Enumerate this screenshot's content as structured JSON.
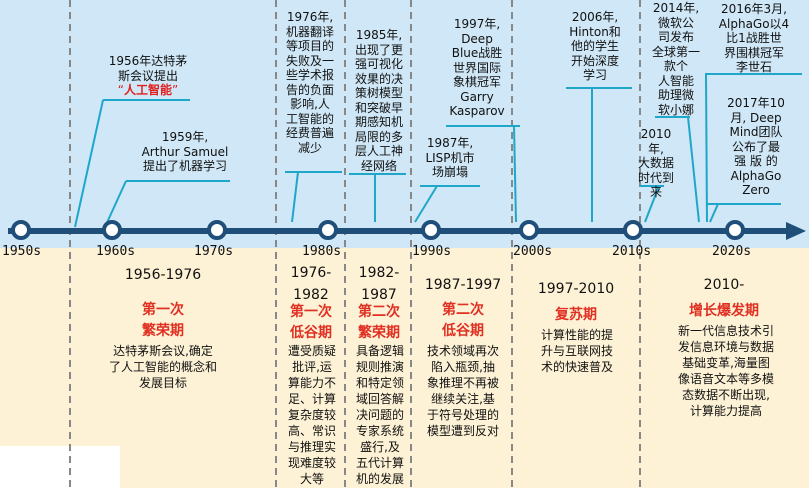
{
  "colors": {
    "top_band": "#cfe7f6",
    "bottom_band": "#fdf2d6",
    "axis": "#1f4e79",
    "connector": "#1ea7c9",
    "divider": "#888888",
    "highlight_red": "#e03022"
  },
  "axis_labels": [
    "1950s",
    "1960s",
    "1970s",
    "1980s",
    "1990s",
    "2000s",
    "2010s",
    "2020s"
  ],
  "events": {
    "e1956_line1": "1956年达特茅",
    "e1956_line2": "斯会议提出",
    "e1956_quote_open": "“",
    "e1956_highlight": "人工智能",
    "e1956_quote_close": "”",
    "e1959": "1959年,\nArthur Samuel\n提出了机器学习",
    "e1976": "1976年,\n机器翻译\n等项目的\n失败及一\n些学术报\n告的负面\n影响,人\n工智能的\n经费普遍\n减少",
    "e1985": "1985年,\n出现了更\n强可视化\n效果的决\n策树模型\n和突破早\n期感知机\n局限的多\n层人工神\n经网络",
    "e1987": "1987年,\nLISP机市\n场崩塌",
    "e1997": "1997年,\nDeep\nBlue战胜\n世界国际\n象棋冠军\nGarry\nKasparov",
    "e2006": "2006年,\nHinton和\n他的学生\n开始深度\n学习",
    "e2010": "2010年,\n大数据\n时代到\n来",
    "e2014": "2014年,\n微软公\n司发布\n全球第一\n款个\n人智能\n助理微\n软小娜",
    "e2016": "2016年3月,\nAlphaGo以4\n比1战胜世\n界围棋冠军\n李世石",
    "e2017": "2017年10\n月, Deep\nMind团队\n公布了最\n强 版 的\nAlphaGo\nZero"
  },
  "periods": [
    {
      "years": "1956-1976",
      "name": "第一次\n繁荣期",
      "desc": "达特茅斯会议,确定\n了人工智能的概念和\n发展目标"
    },
    {
      "years": "1976-\n1982",
      "name": "第一次\n低谷期",
      "desc": "遭受质疑\n批评,运\n算能力不\n足、计算\n复杂度较\n高、常识\n与推理实\n现难度较\n大等"
    },
    {
      "years": "1982-\n1987",
      "name": "第二次\n繁荣期",
      "desc": "具备逻辑\n规则推演\n和特定领\n域回答解\n决问题的\n专家系统\n盛行,及\n五代计算\n机的发展"
    },
    {
      "years": "1987-1997",
      "name": "第二次\n低谷期",
      "desc": "技术领域再次\n陷入瓶颈,抽\n象推理不再被\n继续关注,基\n于符号处理的\n模型遭到反对"
    },
    {
      "years": "1997-2010",
      "name": "复苏期",
      "desc": "计算性能的提\n升与互联网技\n术的快速普及"
    },
    {
      "years": "2010-",
      "name": "增长爆发期",
      "desc": "新一代信息技术引\n发信息环境与数据\n基础变革,海量图\n像语音文本等多模\n态数据不断出现,\n计算能力提高"
    }
  ]
}
